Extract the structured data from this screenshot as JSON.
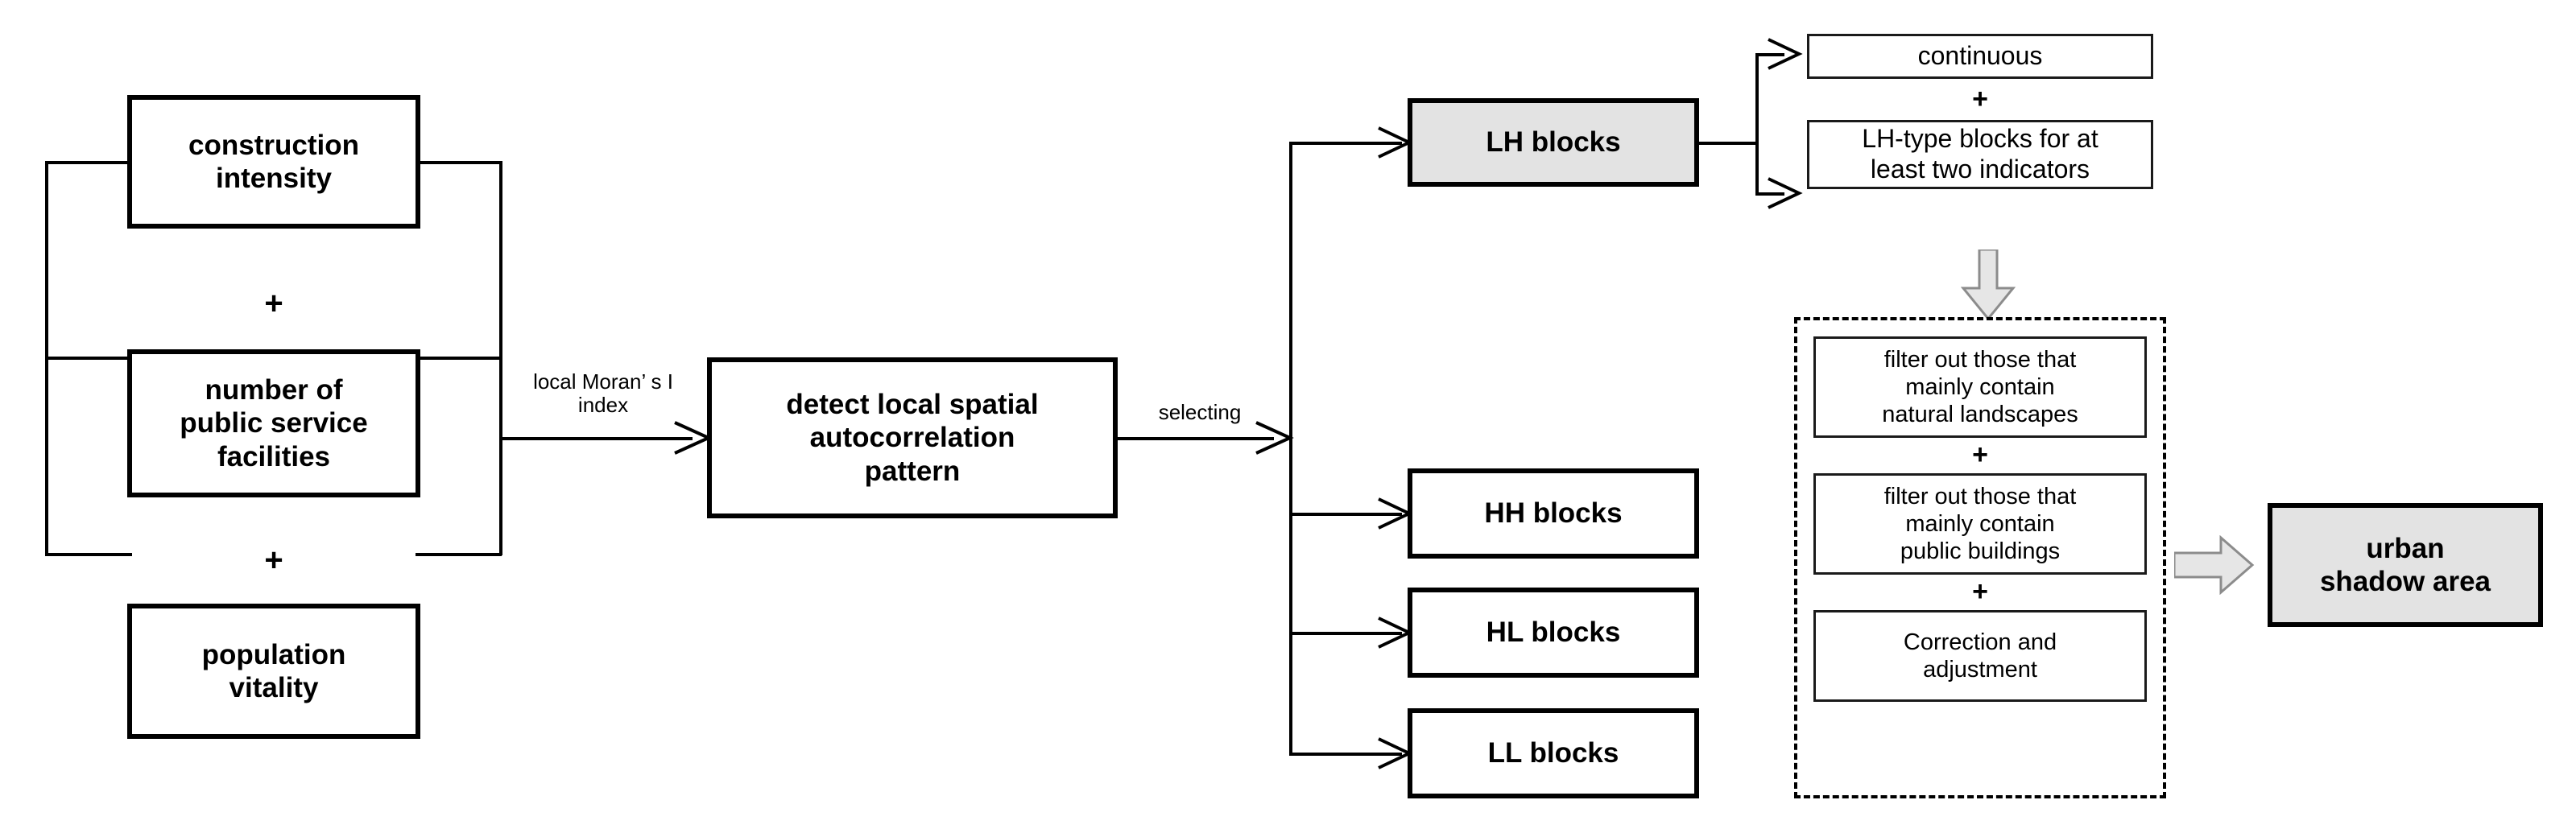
{
  "diagram": {
    "title": "Urban shadow area identification workflow",
    "colors": {
      "line": "#000000",
      "box_border": "#000000",
      "highlight_fill": "#e3e3e3",
      "block_arrow_fill": "#e6e6e6",
      "block_arrow_stroke": "#808080"
    }
  },
  "inputs": {
    "operator_1": "+",
    "operator_2": "+",
    "boxes": [
      {
        "id": "construction-intensity",
        "label": "construction\nintensity"
      },
      {
        "id": "public-service-facilities",
        "label": "number of\npublic service\nfacilities"
      },
      {
        "id": "population-vitality",
        "label": "population\nvitality"
      }
    ]
  },
  "edges": {
    "moran_label": "local Moran’  s I\nindex",
    "selecting_label": "selecting"
  },
  "process": {
    "detect": {
      "id": "detect-pattern",
      "label": "detect local spatial\nautocorrelation\npattern"
    }
  },
  "blocks": [
    {
      "id": "lh-blocks",
      "label": "LH blocks",
      "highlighted": true
    },
    {
      "id": "hh-blocks",
      "label": "HH blocks",
      "highlighted": false
    },
    {
      "id": "hl-blocks",
      "label": "HL blocks",
      "highlighted": false
    },
    {
      "id": "ll-blocks",
      "label": "LL blocks",
      "highlighted": false
    }
  ],
  "criteria": {
    "operator": "+",
    "boxes": [
      {
        "id": "continuous",
        "label": "continuous"
      },
      {
        "id": "lh-type-two-indicators",
        "label": "LH-type blocks for at\nleast two indicators"
      }
    ]
  },
  "filters": {
    "operator_1": "+",
    "operator_2": "+",
    "boxes": [
      {
        "id": "filter-natural-landscapes",
        "label": "filter out those that\nmainly contain\nnatural landscapes"
      },
      {
        "id": "filter-public-buildings",
        "label": "filter out those that\nmainly contain\npublic buildings"
      },
      {
        "id": "correction-adjustment",
        "label": "Correction and\nadjustment"
      }
    ]
  },
  "output": {
    "box": {
      "id": "urban-shadow-area",
      "label": "urban\nshadow area"
    }
  }
}
